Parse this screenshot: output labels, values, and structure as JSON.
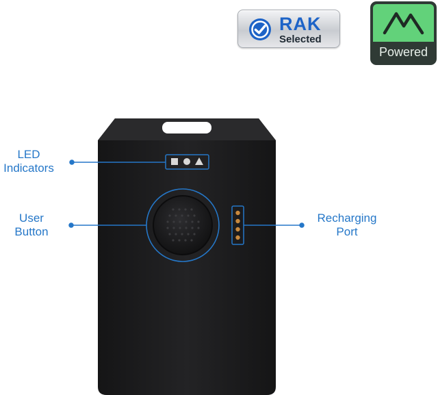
{
  "badges": {
    "rak": {
      "title": "RAK",
      "subtitle": "Selected",
      "icon": "check-circle-icon",
      "color": "#1d63c7"
    },
    "powered": {
      "text": "Powered",
      "icon": "mountain-peak-icon",
      "accent": "#62d27a"
    }
  },
  "callouts": {
    "led": {
      "line1": "LED",
      "line2": "Indicators"
    },
    "user_button": {
      "line1": "User",
      "line2": "Button"
    },
    "port": {
      "line1": "Recharging",
      "line2": "Port"
    }
  },
  "colors": {
    "callout": "#2577c8",
    "device_body": "#1c1c1e"
  }
}
